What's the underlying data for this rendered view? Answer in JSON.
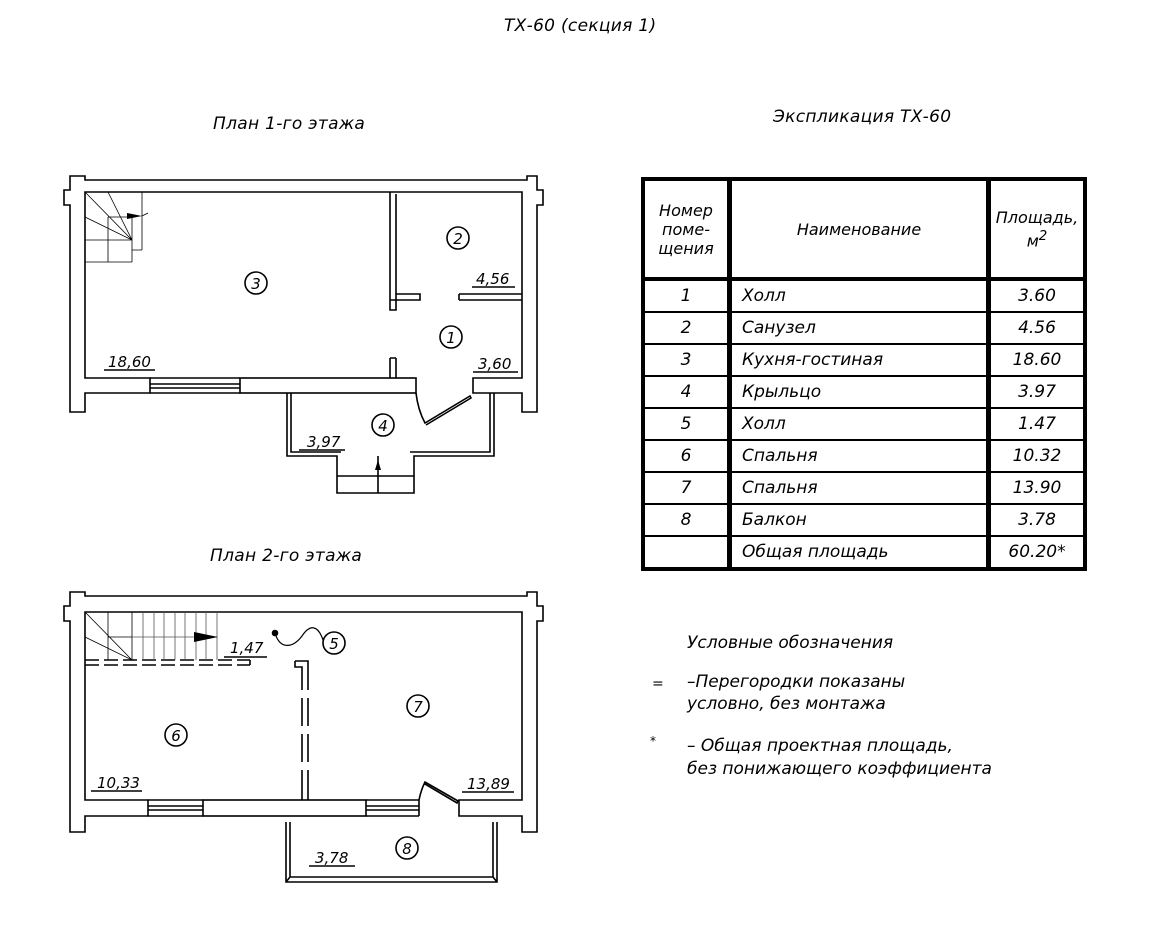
{
  "title": "ТХ-60 (секция 1)",
  "plan1": {
    "title": "План 1-го этажа",
    "rooms": [
      {
        "number": "1",
        "area": "3,60"
      },
      {
        "number": "2",
        "area": "4,56"
      },
      {
        "number": "3",
        "area": "18,60"
      },
      {
        "number": "4",
        "area": "3,97"
      }
    ]
  },
  "plan2": {
    "title": "План 2-го этажа",
    "rooms": [
      {
        "number": "5",
        "area": "1,47"
      },
      {
        "number": "6",
        "area": "10,33"
      },
      {
        "number": "7",
        "area": "13,89"
      },
      {
        "number": "8",
        "area": "3,78"
      }
    ]
  },
  "explication": {
    "title": "Экспликация ТХ-60",
    "headers": {
      "number_line1": "Номер",
      "number_line2": "поме-",
      "number_line3": "щения",
      "name": "Наименование",
      "area_line1": "Площадь,",
      "area_line2": "м",
      "area_sup": "2"
    },
    "rows": [
      {
        "number": "1",
        "name": "Холл",
        "area": "3.60"
      },
      {
        "number": "2",
        "name": "Санузел",
        "area": "4.56"
      },
      {
        "number": "3",
        "name": "Кухня-гостиная",
        "area": "18.60"
      },
      {
        "number": "4",
        "name": "Крыльцо",
        "area": "3.97"
      },
      {
        "number": "5",
        "name": "Холл",
        "area": "1.47"
      },
      {
        "number": "6",
        "name": "Спальня",
        "area": "10.32"
      },
      {
        "number": "7",
        "name": "Спальня",
        "area": "13.90"
      },
      {
        "number": "8",
        "name": "Балкон",
        "area": "3.78"
      }
    ],
    "total": {
      "number": "",
      "name": "Общая площадь",
      "area": "60.20*"
    }
  },
  "legend": {
    "title": "Условные обозначения",
    "items": [
      {
        "symbol": "=",
        "line1": "–Перегородки показаны",
        "line2": "условно, без монтажа"
      },
      {
        "symbol": "*",
        "line1": "– Общая проектная площадь,",
        "line2": "без понижающего коэффициента"
      }
    ]
  }
}
